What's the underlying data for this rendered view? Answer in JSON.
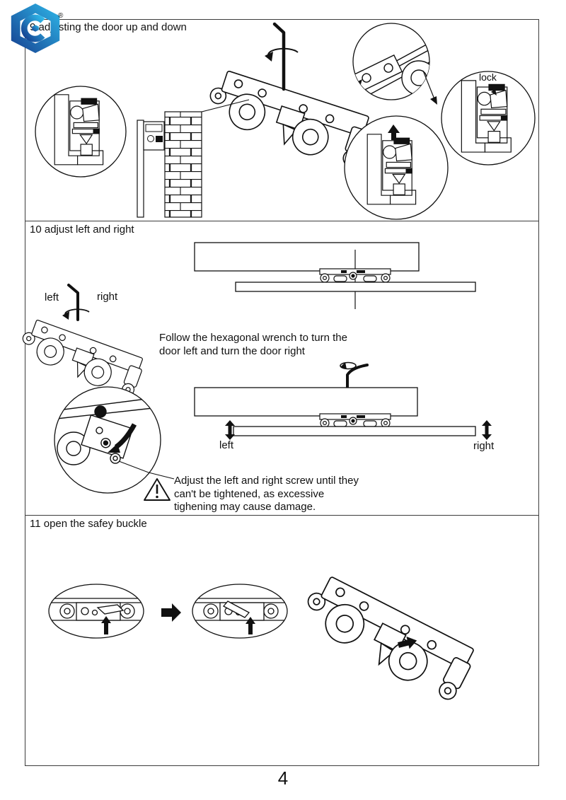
{
  "logo": {
    "registered_mark": "®",
    "colors": {
      "dark": "#153e8f",
      "light": "#2fb9ea"
    }
  },
  "s9": {
    "title": "9 adjusting the door up and down",
    "lock_label": "lock"
  },
  "s10": {
    "title": "10 adjust left and right",
    "wrench_left": "left",
    "wrench_right": "right",
    "instruction": [
      "Follow the hexagonal wrench to turn the",
      "door left and turn the door right"
    ],
    "track_left": "left",
    "track_right": "right",
    "warning": [
      "Adjust the left and right screw until they",
      "can't be tightened, as excessive",
      "tighening may cause damage."
    ]
  },
  "s11": {
    "title": "11 open the safey buckle"
  },
  "footer": {
    "page_number": "4"
  }
}
